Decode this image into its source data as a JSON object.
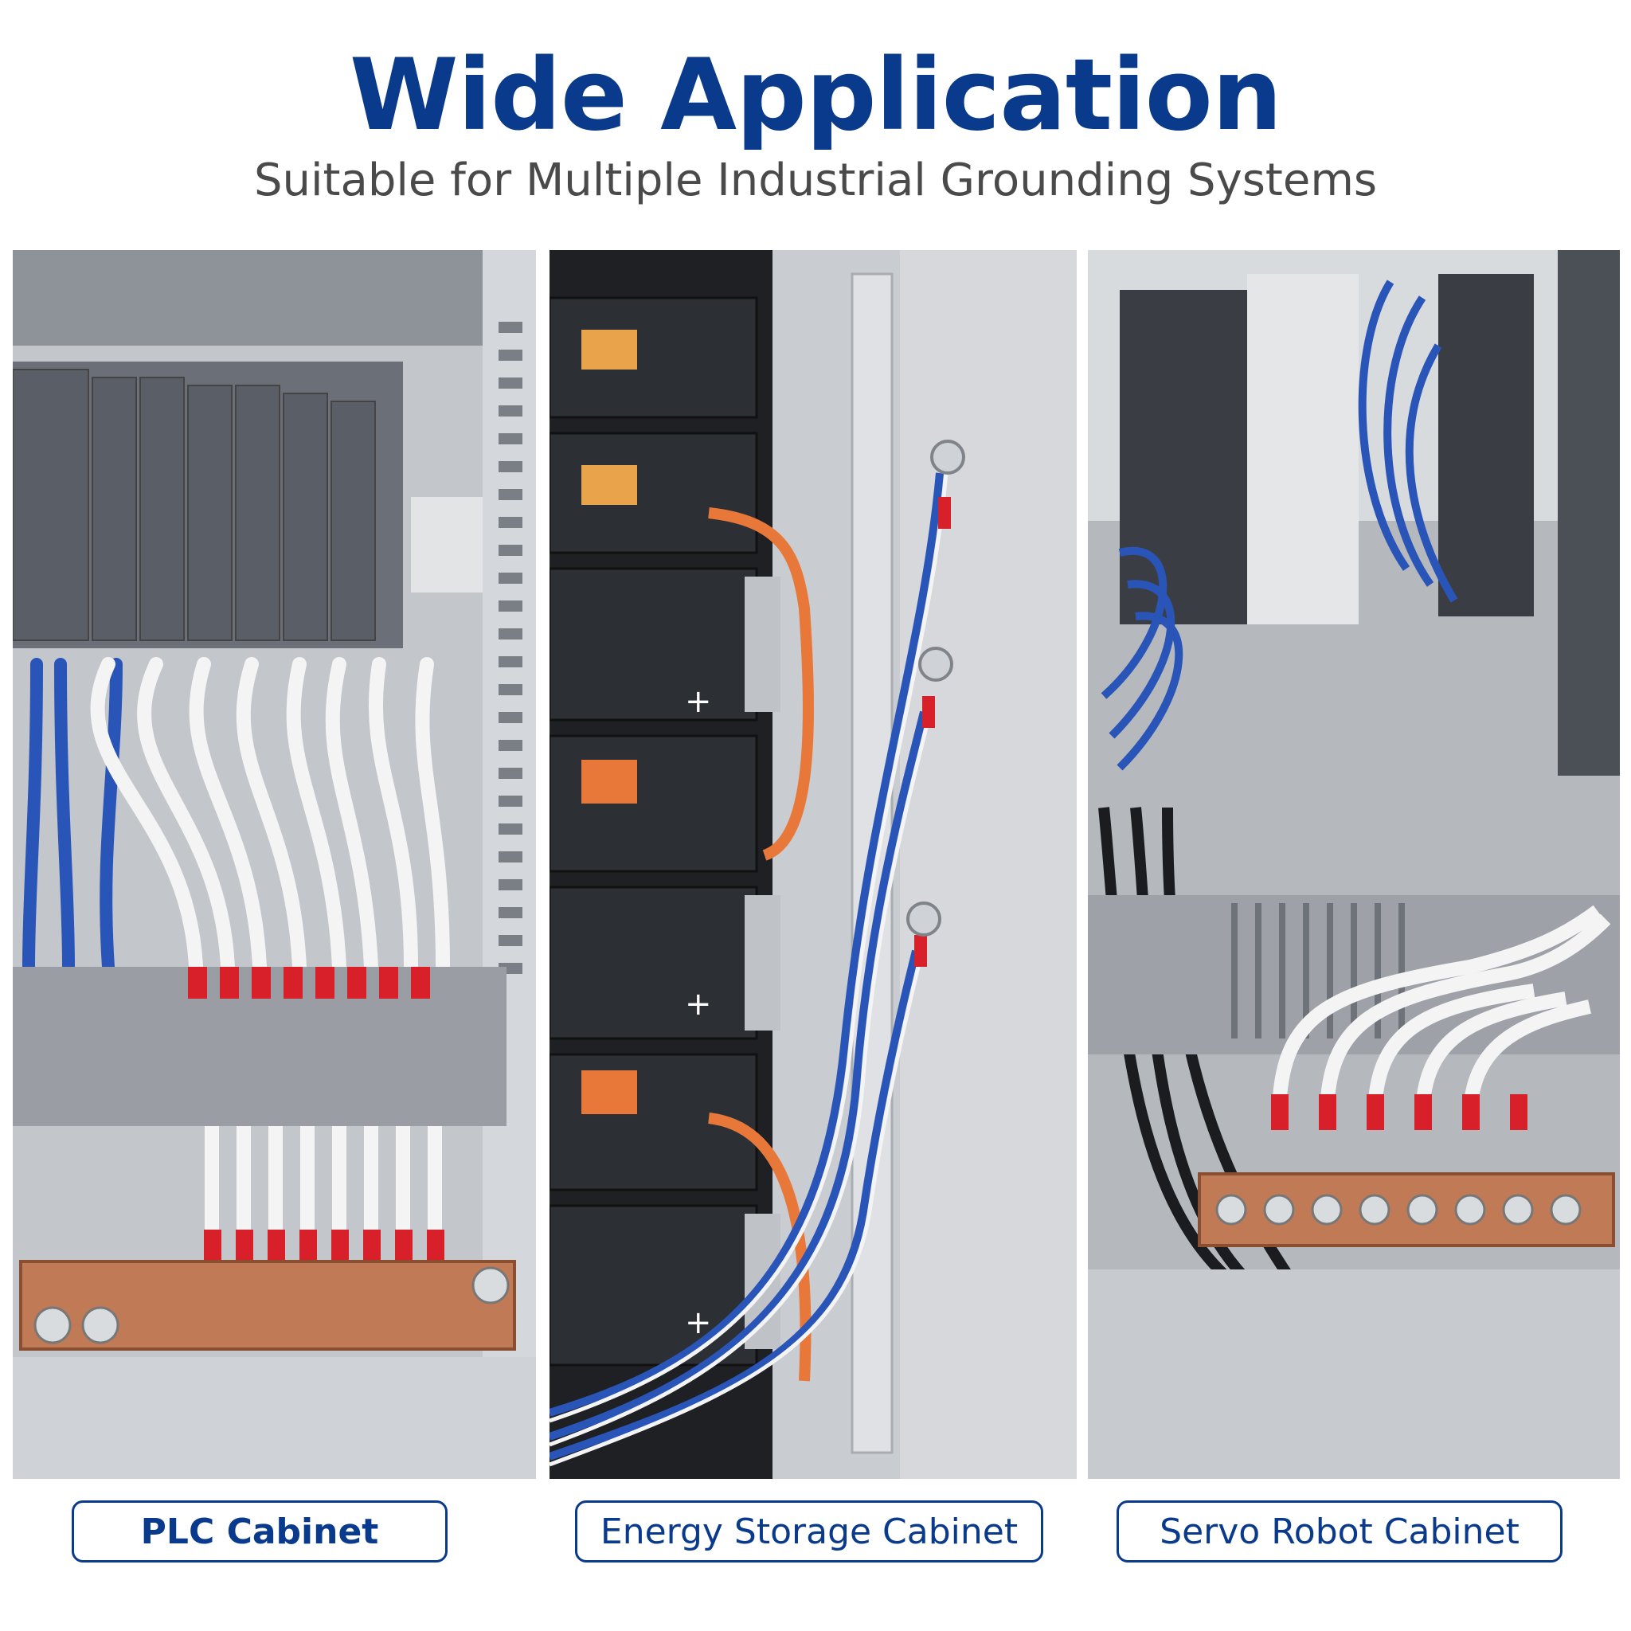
{
  "header": {
    "title": "Wide Application",
    "subtitle": "Suitable for Multiple Industrial Grounding Systems"
  },
  "panels": [
    {
      "caption": "PLC Cabinet"
    },
    {
      "caption": "Energy Storage Cabinet"
    },
    {
      "caption": "Servo Robot Cabinet"
    }
  ],
  "colors": {
    "title": "#0a3a8c",
    "caption_border": "#0a3a8c",
    "copper": "#c07a55",
    "wire_blue": "#2a55b8",
    "terminal_red": "#d8202a"
  }
}
